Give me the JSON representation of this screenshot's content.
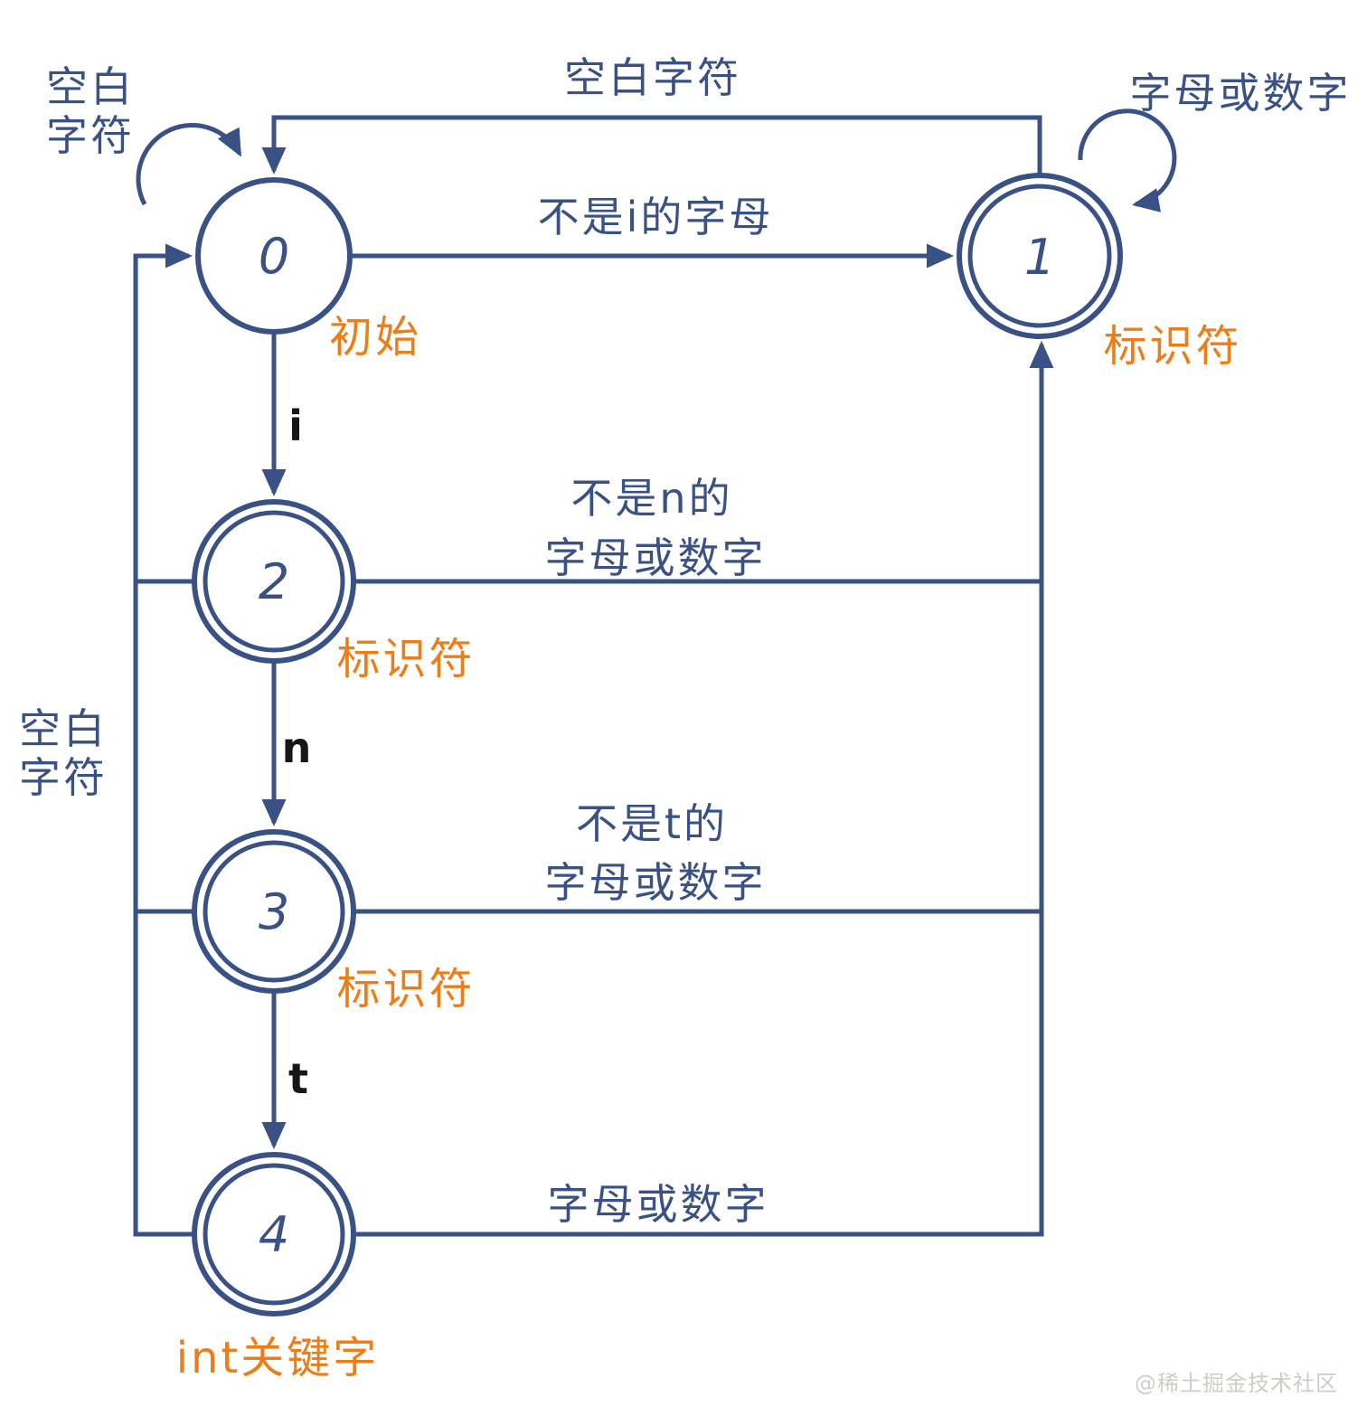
{
  "diagram": {
    "type": "dfa-state-diagram",
    "description_language": "zh-CN",
    "colors": {
      "line": "#3a5185",
      "annotation_accent": "#ee7d17",
      "char_label": "#161616",
      "watermark": "#cdcdc7",
      "background": "#ffffff"
    },
    "states": [
      {
        "id": "0",
        "label": "0",
        "annotation": "初始",
        "accepting": false
      },
      {
        "id": "1",
        "label": "1",
        "annotation": "标识符",
        "accepting": true
      },
      {
        "id": "2",
        "label": "2",
        "annotation": "标识符",
        "accepting": true
      },
      {
        "id": "3",
        "label": "3",
        "annotation": "标识符",
        "accepting": true
      },
      {
        "id": "4",
        "label": "4",
        "annotation": "int关键字",
        "accepting": true
      }
    ],
    "transitions": [
      {
        "from": "0",
        "to": "0",
        "label": "空白字符",
        "label_lines": [
          "空白",
          "字符"
        ]
      },
      {
        "from": "1",
        "to": "0",
        "label": "空白字符",
        "label_lines": [
          "空白字符"
        ]
      },
      {
        "from": "1",
        "to": "1",
        "label": "字母或数字",
        "label_lines": [
          "字母或数字"
        ]
      },
      {
        "from": "0",
        "to": "1",
        "label": "不是i的字母",
        "label_lines": [
          "不是i的字母"
        ]
      },
      {
        "from": "0",
        "to": "2",
        "label": "i",
        "label_lines": [
          "i"
        ]
      },
      {
        "from": "2",
        "to": "1",
        "label": "不是n的字母或数字",
        "label_lines": [
          "不是n的",
          "字母或数字"
        ]
      },
      {
        "from": "2",
        "to": "3",
        "label": "n",
        "label_lines": [
          "n"
        ]
      },
      {
        "from": "3",
        "to": "1",
        "label": "不是t的字母或数字",
        "label_lines": [
          "不是t的",
          "字母或数字"
        ]
      },
      {
        "from": "3",
        "to": "4",
        "label": "t",
        "label_lines": [
          "t"
        ]
      },
      {
        "from": "4",
        "to": "1",
        "label": "字母或数字",
        "label_lines": [
          "字母或数字"
        ]
      },
      {
        "from": "2,3,4",
        "to": "0",
        "label": "空白字符",
        "label_lines": [
          "空白",
          "字符"
        ]
      }
    ]
  },
  "watermark": {
    "text": "@稀土掘金技术社区"
  }
}
